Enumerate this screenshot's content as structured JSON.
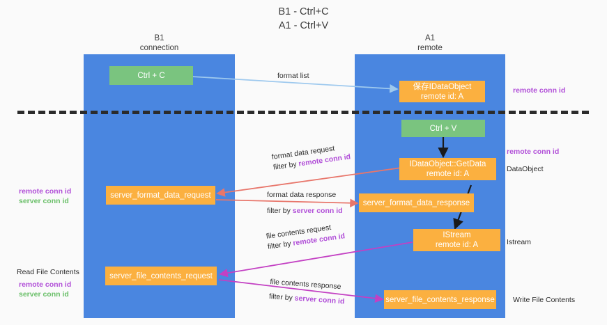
{
  "title": "B1 - Ctrl+C\nA1 - Ctrl+V",
  "lanes": [
    {
      "name": "lane-b1",
      "title": "B1\nconnection"
    },
    {
      "name": "lane-a1",
      "title": "A1\nremote"
    }
  ],
  "nodes": {
    "ctrl_c": "Ctrl + C",
    "save_idataobject_line1": "保存IDataObject",
    "save_idataobject_line2": "remote id: A",
    "ctrl_v": "Ctrl + V",
    "getdata_line1": "IDataObject::GetData",
    "getdata_line2": "remote id: A",
    "server_format_data_request": "server_format_data_request",
    "server_format_data_response": "server_format_data_response",
    "istream_line1": "IStream",
    "istream_line2": "remote id: A",
    "server_file_contents_request": "server_file_contents_request",
    "server_file_contents_response": "server_file_contents_response"
  },
  "edge_labels": {
    "format_list": "format list",
    "format_data_request": "format data request",
    "format_data_request_filter_prefix": "filter by ",
    "format_data_request_filter_key": "remote conn id",
    "format_data_response": "format data response",
    "format_data_response_filter_prefix": "filter by ",
    "format_data_response_filter_key": "server conn id",
    "file_contents_request": "file contents request",
    "file_contents_request_filter_prefix": "filter by ",
    "file_contents_request_filter_key": "remote conn id",
    "file_contents_response": "file contents response",
    "file_contents_response_filter_prefix": "filter by ",
    "file_contents_response_filter_key": "server conn id"
  },
  "annotations": {
    "right_remote_conn_id_top": "remote conn id",
    "right_remote_conn_id_mid": "remote conn id",
    "right_dataobject": "DataObject",
    "right_istream": "Istream",
    "right_write_file_contents": "Write File Contents",
    "left_remote_conn_id_mid": "remote conn id",
    "left_server_conn_id_mid": "server conn id",
    "left_read_file_contents": "Read File Contents",
    "left_remote_conn_id_bottom": "remote conn id",
    "left_server_conn_id_bottom": "server conn id"
  },
  "colors": {
    "lane": "#4a86e0",
    "green_node": "#7ac47f",
    "orange_node": "#fbb040",
    "remote_key": "#b14fd8",
    "server_key": "#6abf69",
    "arrow_blue": "#9ec9ee",
    "arrow_red": "#e8766b",
    "arrow_magenta": "#c340c3",
    "arrow_black": "#1a1a1a",
    "divider": "#2b2b2b"
  }
}
